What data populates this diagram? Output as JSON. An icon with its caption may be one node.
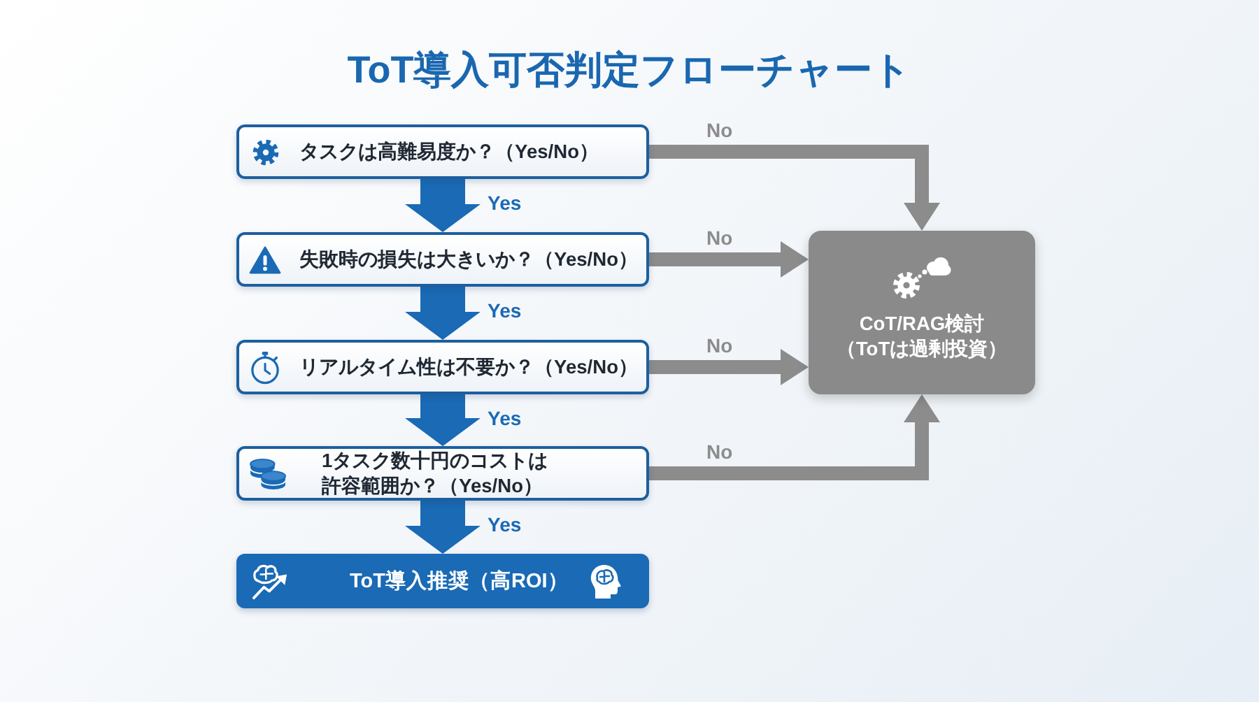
{
  "diagram": {
    "title": "ToT導入可否判定フローチャート",
    "nodes": [
      {
        "text": [
          "タスクは高難易度か？（Yes/No）"
        ]
      },
      {
        "text": [
          "失敗時の損失は大きいか？（Yes/No）"
        ]
      },
      {
        "text": [
          "リアルタイム性は不要か？（Yes/No）"
        ]
      },
      {
        "text": [
          "1タスク数十円のコストは許容範囲か？（Yes/No）"
        ]
      },
      {
        "text": [
          "ToT導入推奨（高ROI）"
        ]
      },
      {
        "text": [
          "CoT/RAG検討",
          "（ToTは過剰投資）"
        ]
      }
    ],
    "edges": [
      {
        "from": 0,
        "to": 1,
        "arrow": "to",
        "label": "Yes",
        "style": "thick",
        "color": "#1a6ab5"
      },
      {
        "from": 1,
        "to": 2,
        "arrow": "to",
        "label": "Yes",
        "style": "thick",
        "color": "#1a6ab5"
      },
      {
        "from": 2,
        "to": 3,
        "arrow": "to",
        "label": "Yes",
        "style": "thick",
        "color": "#1a6ab5"
      },
      {
        "from": 3,
        "to": 4,
        "arrow": "to",
        "label": "Yes",
        "style": "thick",
        "color": "#1a6ab5"
      },
      {
        "from": 0,
        "to": 5,
        "arrow": "to",
        "label": "No",
        "color": "#8c8c8c"
      },
      {
        "from": 1,
        "to": 5,
        "arrow": "to",
        "label": "No",
        "color": "#8c8c8c"
      },
      {
        "from": 2,
        "to": 5,
        "arrow": "to",
        "label": "No",
        "color": "#8c8c8c"
      },
      {
        "from": 3,
        "to": 5,
        "arrow": "to",
        "label": "No",
        "color": "#8c8c8c"
      }
    ]
  }
}
